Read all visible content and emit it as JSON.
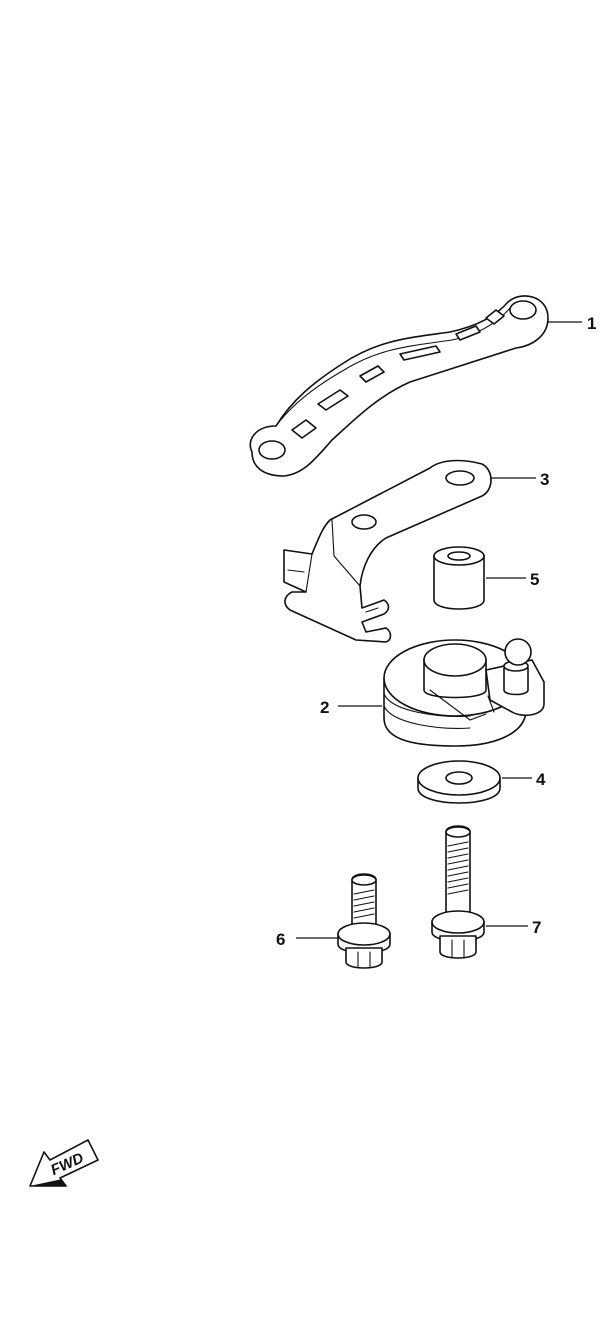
{
  "callouts": {
    "part_1": "1",
    "part_2": "2",
    "part_3": "3",
    "part_4": "4",
    "part_5": "5",
    "part_6": "6",
    "part_7": "7"
  },
  "fwd_label": "FWD"
}
